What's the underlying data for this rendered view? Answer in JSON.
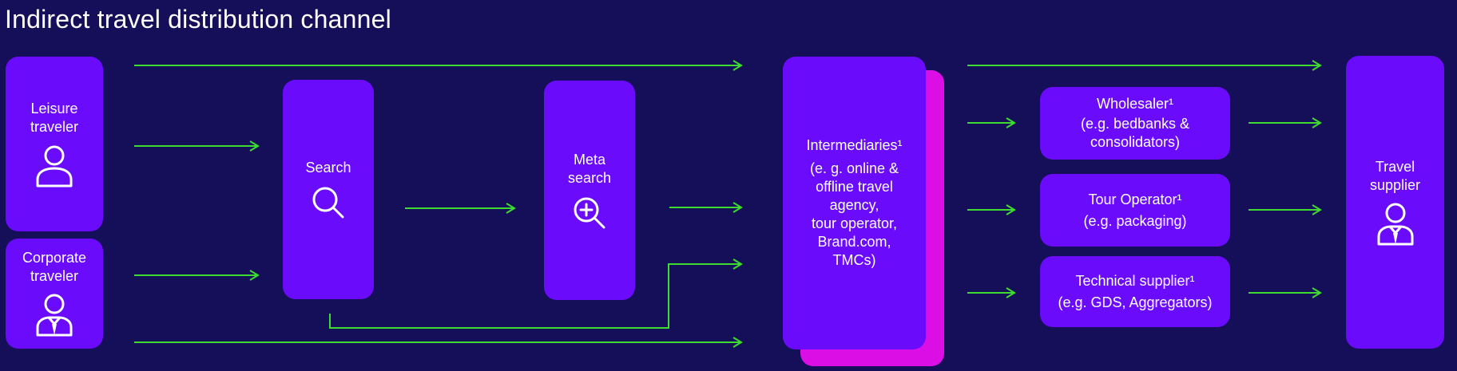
{
  "title": "Indirect travel distribution channel",
  "colors": {
    "background": "#150f5a",
    "box": "#6a0bfb",
    "shadow": "#dc0ee6",
    "arrow": "#3ddc2f"
  },
  "nodes": {
    "leisure": {
      "label": "Leisure\ntraveler",
      "icon": "person-icon"
    },
    "corporate": {
      "label": "Corporate\ntraveler",
      "icon": "business-person-icon"
    },
    "search": {
      "label": "Search",
      "icon": "search-icon"
    },
    "meta": {
      "label": "Meta\nsearch",
      "icon": "zoom-in-icon"
    },
    "intermediaries": {
      "label": "Intermediaries¹",
      "detail": "(e. g. online &\noffline travel\nagency,\ntour operator,\nBrand.com,\nTMCs)"
    },
    "wholesaler": {
      "label": "Wholesaler¹",
      "detail": "(e.g. bedbanks &\nconsolidators)"
    },
    "tour_operator": {
      "label": "Tour Operator¹",
      "detail": "(e.g. packaging)"
    },
    "technical": {
      "label": "Technical supplier¹",
      "detail": "(e.g. GDS, Aggregators)"
    },
    "supplier": {
      "label": "Travel\nsupplier",
      "icon": "business-person-icon"
    }
  }
}
